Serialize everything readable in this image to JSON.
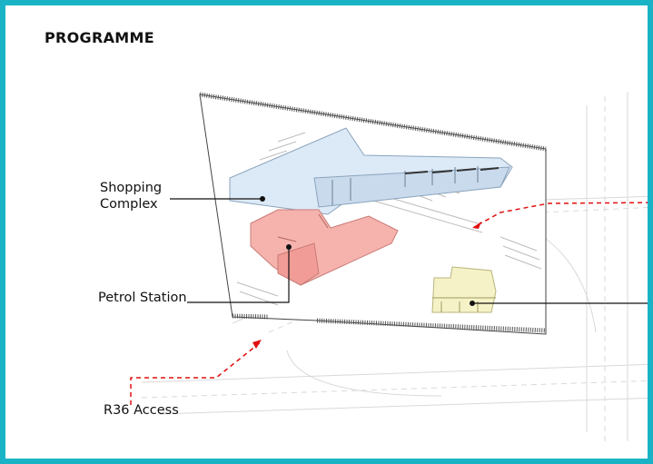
{
  "title": "PROGRAMME",
  "labels": {
    "shopping": [
      "Shopping",
      "Complex"
    ],
    "petrol": "Petrol Station",
    "access": "R36 Access"
  },
  "colors": {
    "frame": "#1ab3c6",
    "shopping_fill": "#dce9f6",
    "petrol_fill": "#f6b3ae",
    "third_building_fill": "#f5f2c8",
    "access_arrow": "#e01010",
    "leader_line": "#111111"
  }
}
